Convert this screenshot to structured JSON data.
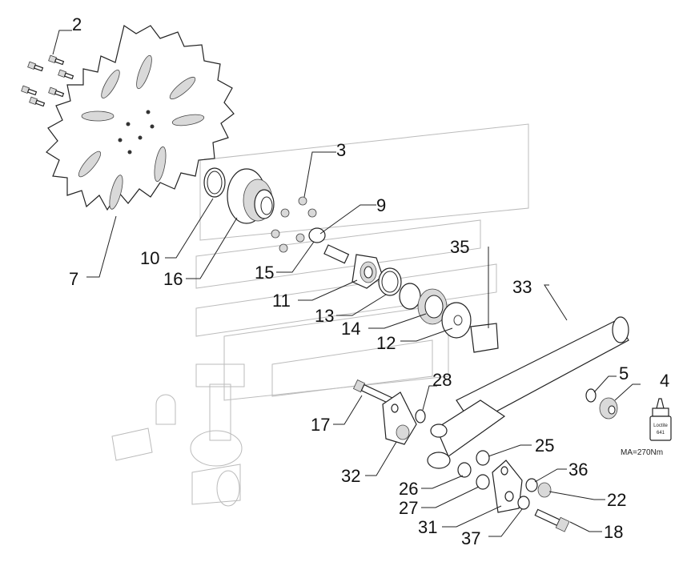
{
  "callouts": {
    "n2": "2",
    "n3": "3",
    "n4": "4",
    "n5": "5",
    "n7": "7",
    "n9": "9",
    "n10": "10",
    "n11": "11",
    "n12": "12",
    "n13": "13",
    "n14": "14",
    "n15": "15",
    "n16": "16",
    "n17": "17",
    "n18": "18",
    "n22": "22",
    "n25": "25",
    "n26": "26",
    "n27": "27",
    "n28": "28",
    "n31": "31",
    "n32": "32",
    "n33": "33",
    "n35": "35",
    "n36": "36",
    "n37": "37"
  },
  "torque_note": "MA=270Nm",
  "threadlocker": {
    "brand": "Loctite",
    "grade": "641"
  }
}
